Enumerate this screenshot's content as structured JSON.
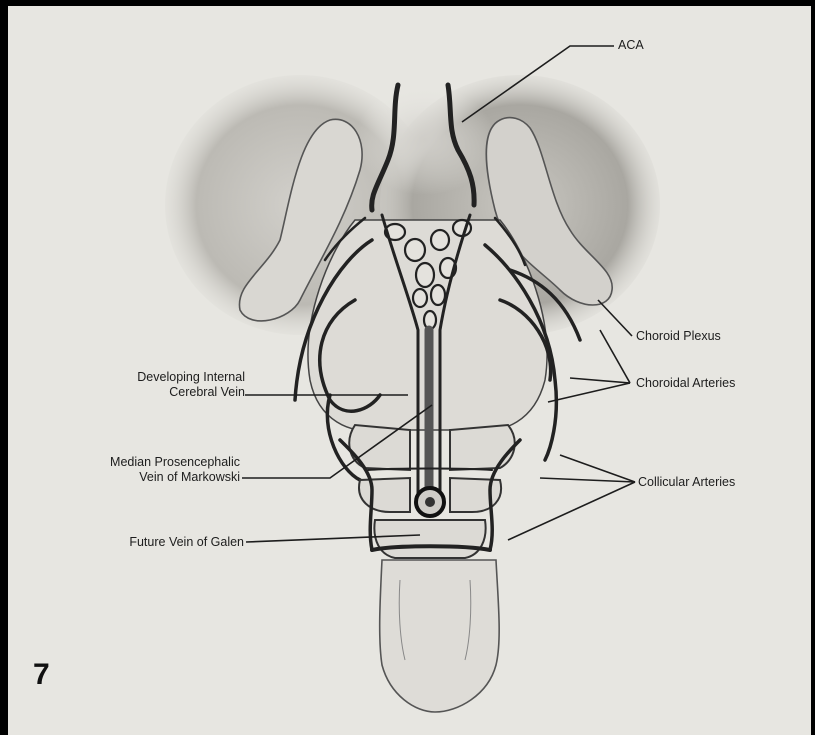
{
  "figure_number": "7",
  "labels": {
    "aca": "ACA",
    "choroid_plexus": "Choroid Plexus",
    "choroidal_arteries": "Choroidal Arteries",
    "collicular_arteries": "Collicular Arteries",
    "developing_internal_cerebral_vein_line1": "Developing Internal",
    "developing_internal_cerebral_vein_line2": "Cerebral Vein",
    "median_prosencephalic_vein_line1": "Median Prosencephalic",
    "median_prosencephalic_vein_line2": "Vein of Markowski",
    "future_vein_of_galen": "Future Vein of Galen"
  },
  "colors": {
    "background": "#e7e6e1",
    "ink": "#1d1d1d",
    "shade": "#9a9892"
  }
}
